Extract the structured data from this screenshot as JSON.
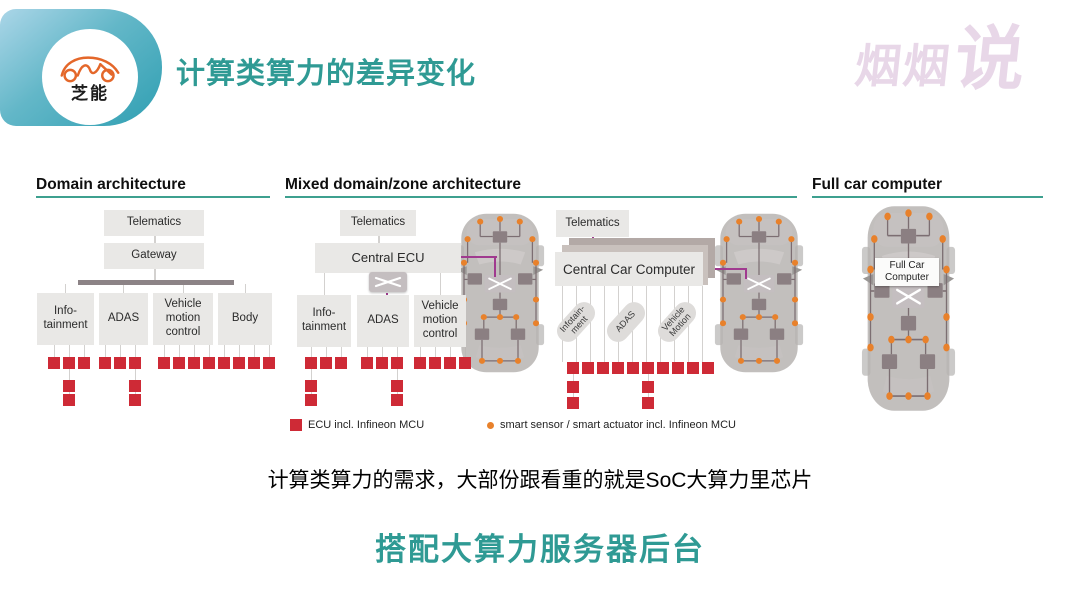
{
  "colors": {
    "teal": "#2f9a94",
    "teal_line": "#3da08f",
    "brand_pink": "#e8d7e8",
    "red": "#ce2a36",
    "orange": "#e8812b",
    "magenta": "#a03a8f",
    "box_gray": "#e9e8e6",
    "bus": "#8c8386",
    "pill_gray": "#dedcda",
    "stack_back": "#b3a9a6",
    "stack_mid": "#c9c1bd",
    "switch_bg": "#c4bec0",
    "car_body": "#b7b4b2",
    "car_line": "#7c6e72",
    "node": "#8b7f82"
  },
  "header": {
    "logo_text": "芝能",
    "title": "计算类算力的差异变化",
    "brand_text": "烟烟",
    "brand_suffix": "说"
  },
  "sections": {
    "domain": {
      "title": "Domain architecture",
      "telematics": "Telematics",
      "gateway": "Gateway",
      "infotainment": "Info-\ntainment",
      "adas": "ADAS",
      "vehicle_motion": "Vehicle\nmotion\ncontrol",
      "body": "Body"
    },
    "mixed": {
      "title": "Mixed domain/zone architecture",
      "telematics1": "Telematics",
      "central_ecu": "Central ECU",
      "infotainment": "Info-\ntainment",
      "adas": "ADAS",
      "vehicle_motion": "Vehicle\nmotion\ncontrol",
      "telematics2": "Telematics",
      "central_car_computer": "Central Car Computer",
      "pill_infotainment": "Infotain-\nment",
      "pill_adas": "ADAS",
      "pill_vehicle_motion": "Vehicle\nMotion"
    },
    "full": {
      "title": "Full car computer",
      "label_line1": "Full Car",
      "label_line2": "Computer"
    }
  },
  "legend": {
    "ecu": "ECU incl. Infineon MCU",
    "sensor": "smart sensor / smart actuator incl. Infineon MCU"
  },
  "captions": {
    "line1": "计算类算力的需求，大部份跟看重的就是SoC大算力里芯片",
    "line2": "搭配大算力服务器后台"
  }
}
